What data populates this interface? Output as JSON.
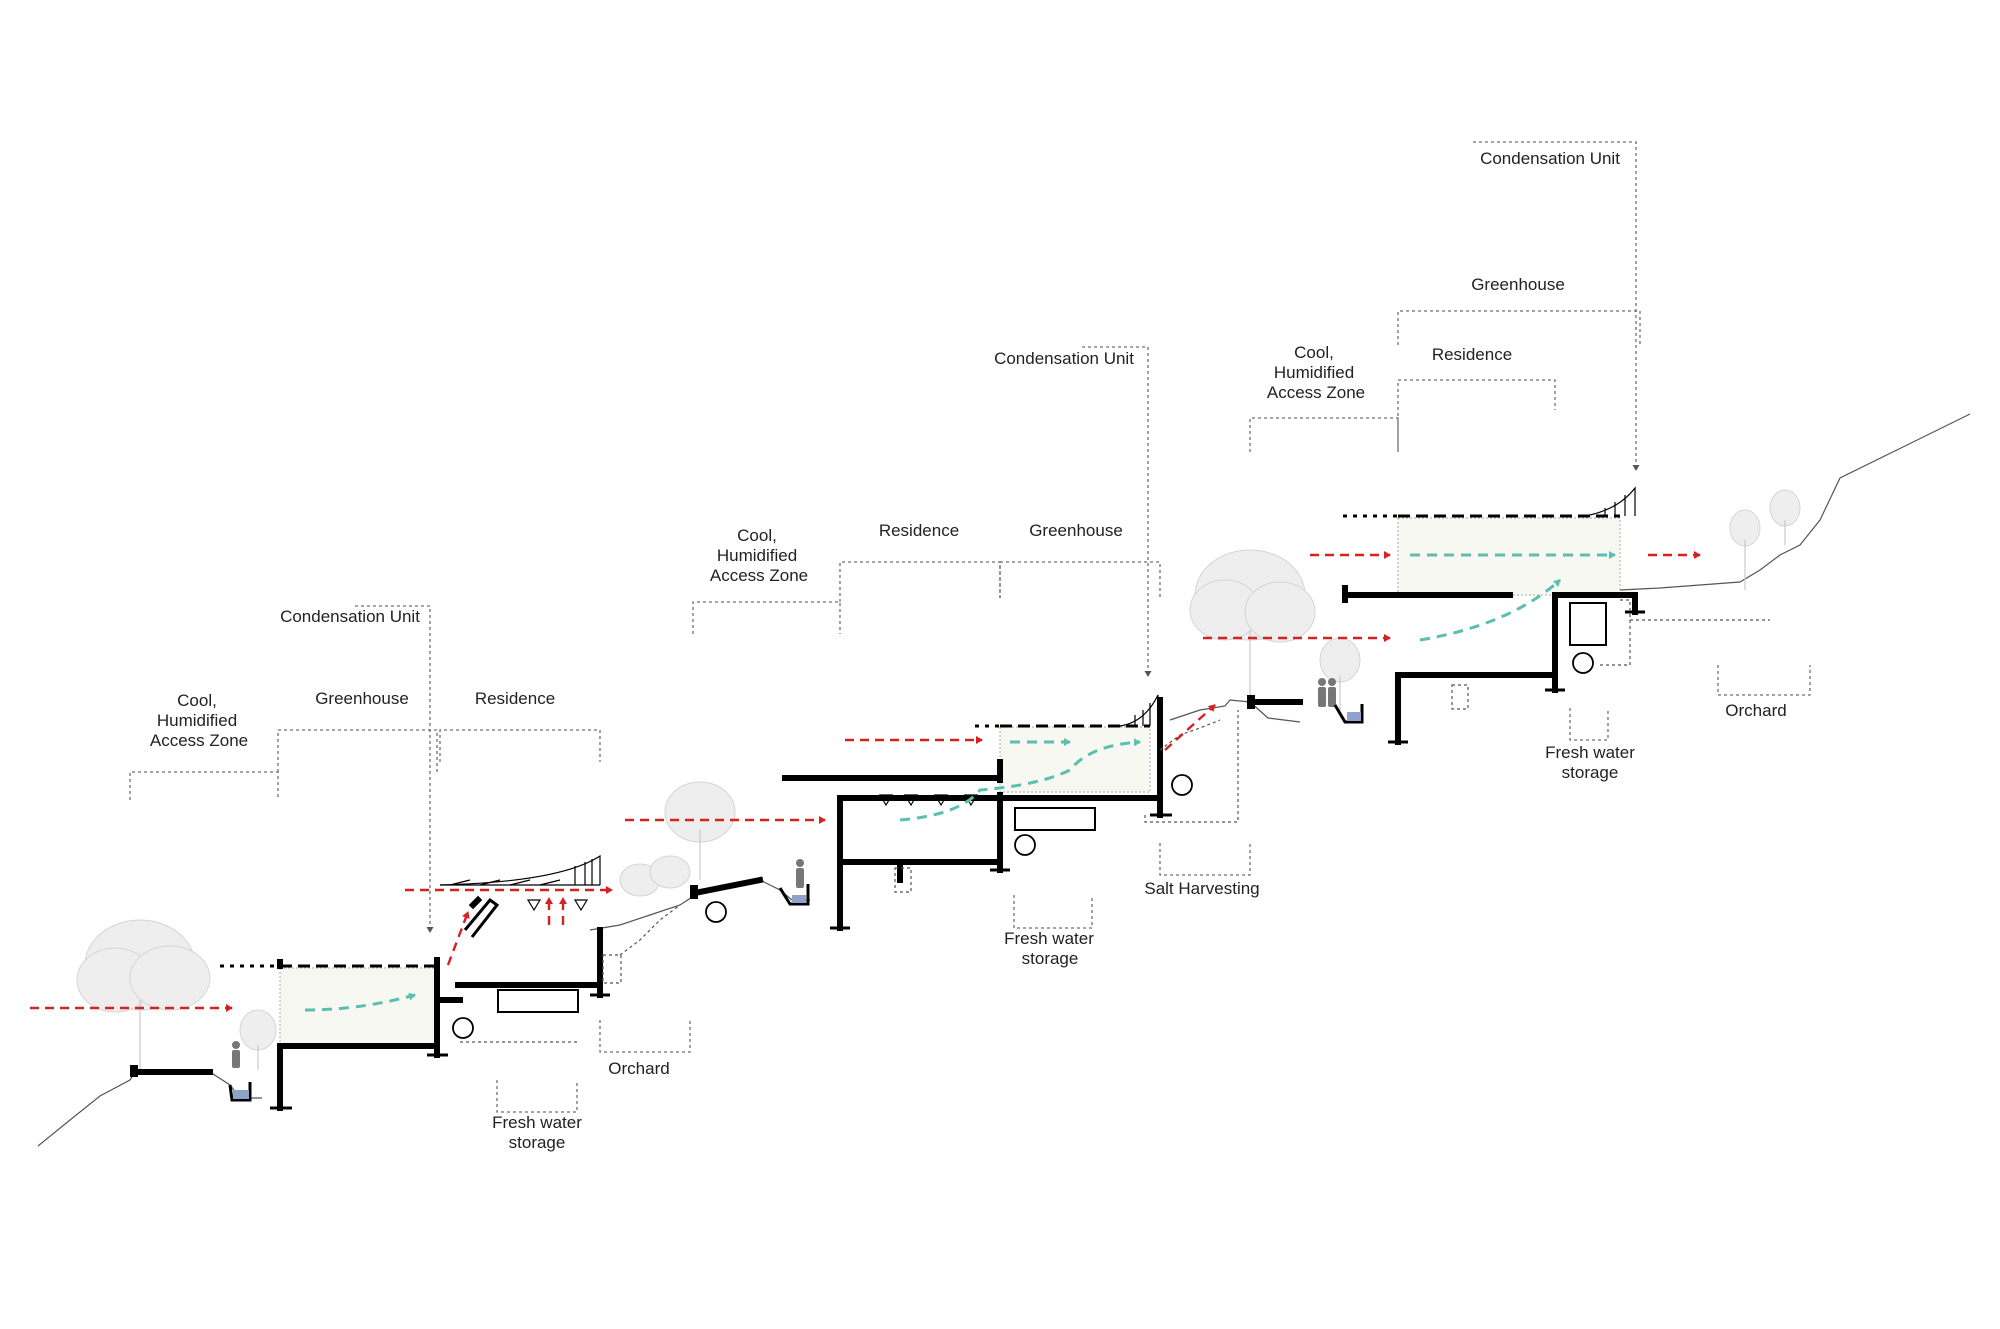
{
  "labels": {
    "s1_cool_line1": "Cool,",
    "s1_cool_line2": "Humidified",
    "s1_cool_line3": "Access Zone",
    "s1_greenhouse": "Greenhouse",
    "s1_residence": "Residence",
    "s1_condensation": "Condensation Unit",
    "s1_orchard": "Orchard",
    "s1_water_line1": "Fresh water",
    "s1_water_line2": "storage",
    "s2_cool_line1": "Cool,",
    "s2_cool_line2": "Humidified",
    "s2_cool_line3": "Access Zone",
    "s2_residence": "Residence",
    "s2_greenhouse": "Greenhouse",
    "s2_condensation": "Condensation Unit",
    "s2_water_line1": "Fresh water",
    "s2_water_line2": "storage",
    "s2_salt": "Salt Harvesting",
    "s3_condensation": "Condensation Unit",
    "s3_greenhouse": "Greenhouse",
    "s3_cool_line1": "Cool,",
    "s3_cool_line2": "Humidified",
    "s3_cool_line3": "Access Zone",
    "s3_residence": "Residence",
    "s3_water_line1": "Fresh water",
    "s3_water_line2": "storage",
    "s3_orchard": "Orchard"
  },
  "colors": {
    "hot_air": "#d62024",
    "cool_air": "#5bbfb0",
    "structure": "#000000",
    "water": "#8fa2cc"
  }
}
